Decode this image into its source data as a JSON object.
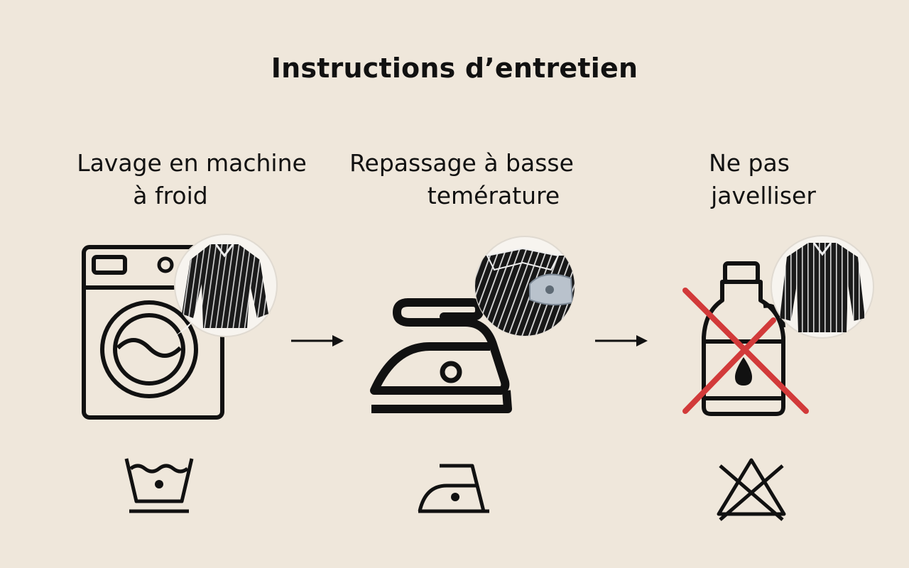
{
  "title": "Instructions d’entretien",
  "steps": [
    {
      "label_line1": "Lavage en machine",
      "label_line2": "à froid",
      "icon": "washing-machine-icon",
      "care_symbol": "cold-wash-symbol-icon"
    },
    {
      "label_line1": "Repassage à basse",
      "label_line2": "temérature",
      "icon": "iron-icon",
      "care_symbol": "low-temperature-iron-symbol-icon"
    },
    {
      "label_line1": "Ne pas",
      "label_line2": "javelliser",
      "icon": "crossed-out-bleach-bottle-icon",
      "care_symbol": "do-not-bleach-symbol-icon"
    }
  ],
  "colors": {
    "background": "#efe7db",
    "ink": "#111111",
    "cross": "#d23a3a"
  }
}
